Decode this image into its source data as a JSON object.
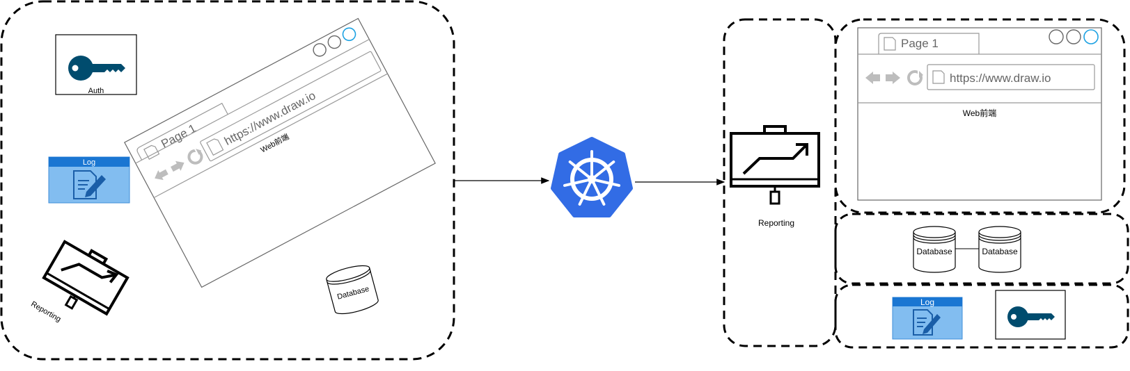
{
  "left_group": {
    "auth_label": "Auth",
    "log_label": "Log",
    "reporting_label": "Reporting",
    "database_label": "Database",
    "browser": {
      "tab_label": "Page 1",
      "url": "https://www.draw.io",
      "content_label": "Web前端"
    }
  },
  "center": {
    "icon": "kubernetes-helm-icon",
    "color": "#326ce5"
  },
  "right_group": {
    "reporting_label": "Reporting",
    "browser": {
      "tab_label": "Page 1",
      "url": "https://www.draw.io",
      "content_label": "Web前端"
    },
    "databases": [
      "Database",
      "Database"
    ],
    "log_label": "Log"
  },
  "colors": {
    "key": "#004c6e",
    "log_header": "#1a76d2",
    "log_body": "#82bdf0",
    "close_button": "#1ba1e2"
  }
}
